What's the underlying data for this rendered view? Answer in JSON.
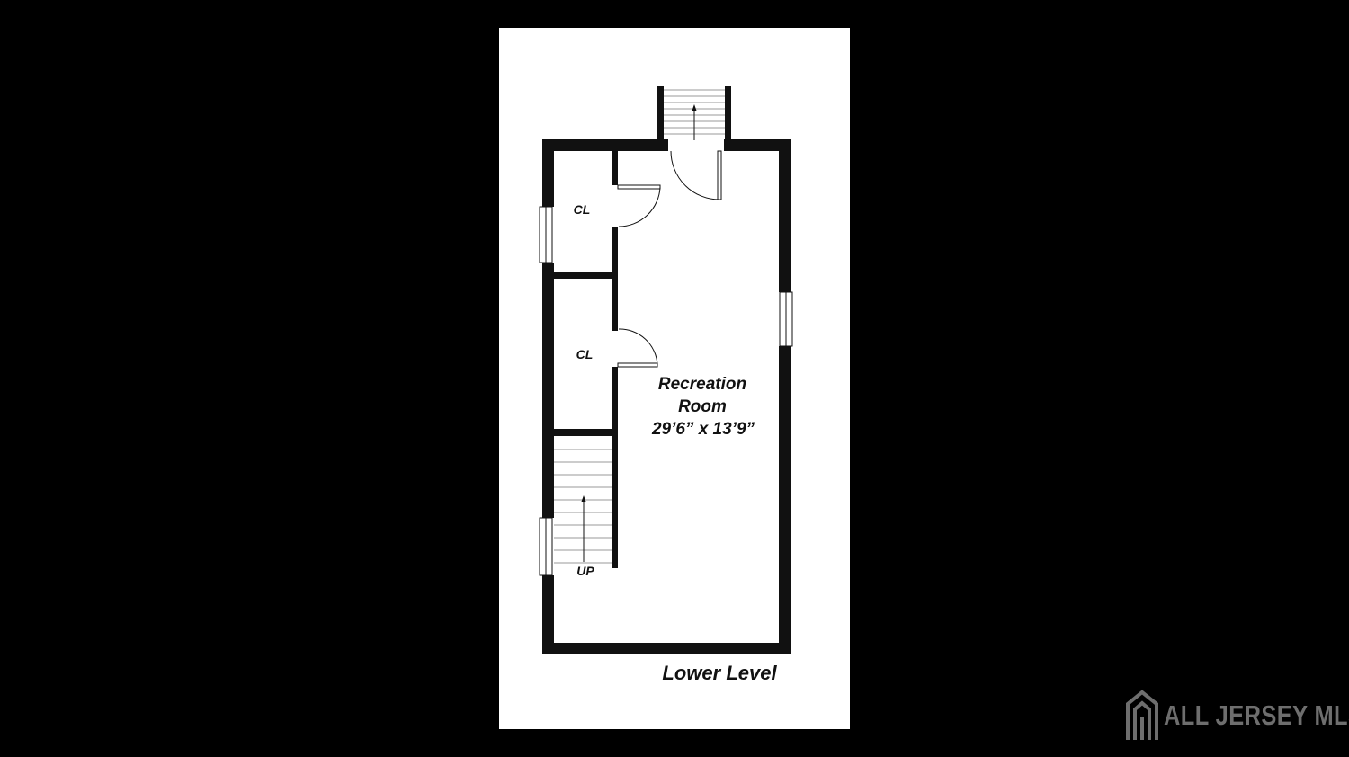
{
  "floorplan": {
    "rooms": [
      {
        "id": "closet-upper",
        "label": "CL"
      },
      {
        "id": "closet-lower",
        "label": "CL"
      },
      {
        "id": "recreation-room",
        "label_line1": "Recreation",
        "label_line2": "Room",
        "dimensions": "29’6” x 13’9”"
      }
    ],
    "stair_label": "UP",
    "level_caption": "Lower Level"
  },
  "watermark": {
    "text": "ALL JERSEY MLS"
  },
  "colors": {
    "background": "#000000",
    "sheet": "#ffffff",
    "wall": "#111111",
    "watermark": "#8e8e8e"
  }
}
